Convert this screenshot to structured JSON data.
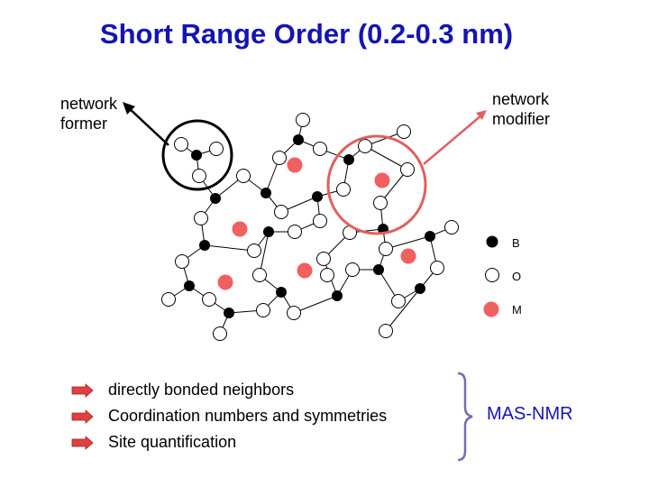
{
  "title": "Short Range Order (0.2-0.3 nm)",
  "labels": {
    "former": [
      "network",
      "former"
    ],
    "modifier": [
      "network",
      "modifier"
    ]
  },
  "legend": [
    {
      "label": "B",
      "kind": "B"
    },
    {
      "label": "O",
      "kind": "O"
    },
    {
      "label": "M",
      "kind": "M"
    }
  ],
  "bullets": [
    "directly bonded neighbors",
    "Coordination numbers and symmetries",
    "Site quantification"
  ],
  "method": "MAS-NMR",
  "colors": {
    "title": "#1414b4",
    "modifier_atom": "#f06060",
    "circle": "#e06060",
    "arrow_bullet": "#e04040",
    "brace": "#7070b0"
  }
}
